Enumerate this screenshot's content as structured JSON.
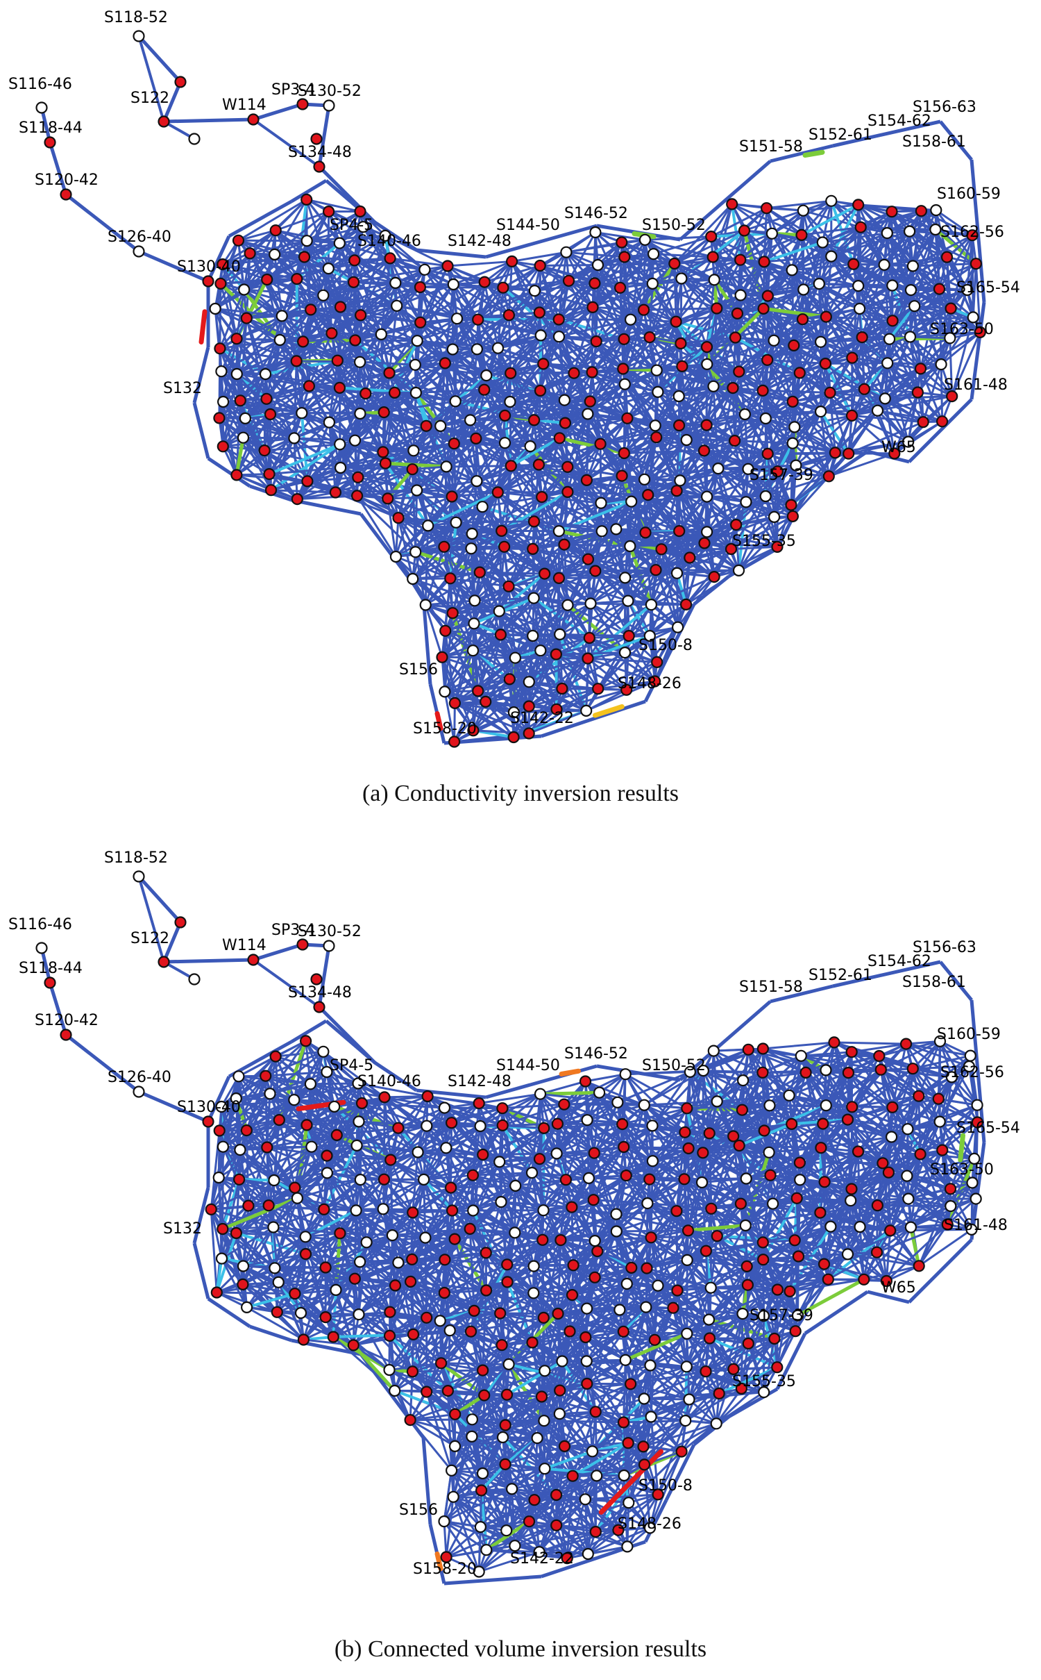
{
  "captions": {
    "a": "(a) Conductivity inversion results",
    "b": "(b) Connected volume inversion results"
  },
  "colors": {
    "edge_base": "#3b58b8",
    "edge_cyan": "#3cc0e8",
    "edge_green": "#7ccc3a",
    "edge_yellow": "#f4c21e",
    "edge_orange": "#f07820",
    "edge_red": "#e41a1a",
    "producer_node": "#e0141c",
    "injector_node": "#ffffff",
    "node_outline": "#111111"
  },
  "node_labels": [
    "S118-52",
    "S116-46",
    "S118-44",
    "S120-42",
    "S122",
    "W114",
    "SP3-4",
    "S130-52",
    "S134-48",
    "S126-40",
    "S130-40",
    "S132",
    "S140-46",
    "SP4-5",
    "S142-48",
    "S144-50",
    "S146-52",
    "S150-52",
    "S151-58",
    "S152-61",
    "S154-62",
    "S156-63",
    "S158-61",
    "S160-59",
    "S162-56",
    "S165-54",
    "S163-50",
    "S161-48",
    "W65",
    "S157-39",
    "S155-35",
    "S150-8",
    "S148-26",
    "S142-22",
    "S158-20",
    "S156"
  ],
  "panel_a": {
    "highlight_edges": [
      {
        "from": "S132",
        "to": "S130-40",
        "color": "red"
      },
      {
        "from": "S146-52",
        "to": "S150-52",
        "color": "green"
      },
      {
        "from": "S151-58",
        "to": "S152-61",
        "color": "green"
      },
      {
        "from": "S156",
        "to": "S158-20",
        "color": "red"
      },
      {
        "from": "S142-22",
        "to": "S148-26",
        "color": "yellow"
      }
    ]
  },
  "panel_b": {
    "highlight_edges": [
      {
        "from": "S130-40",
        "to": "S140-46",
        "color": "red"
      },
      {
        "from": "S144-50",
        "to": "S146-52",
        "color": "orange"
      },
      {
        "from": "S157-39",
        "to": "S142-22",
        "color": "red"
      },
      {
        "from": "S156",
        "to": "S158-20",
        "color": "orange"
      },
      {
        "from": "S162-56",
        "to": "S163-50",
        "color": "green"
      }
    ]
  }
}
